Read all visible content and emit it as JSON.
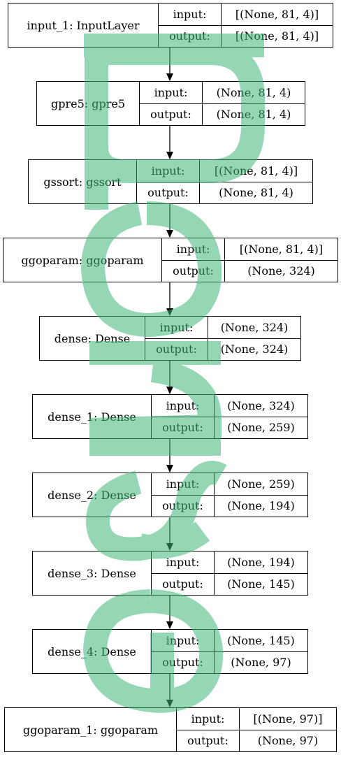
{
  "nodes": [
    {
      "name": "input_1: InputLayer",
      "in_label": "input:",
      "out_label": "output:",
      "in_value": "[(None, 81, 4)]",
      "out_value": "[(None, 81, 4)]"
    },
    {
      "name": "gpre5: gpre5",
      "in_label": "input:",
      "out_label": "output:",
      "in_value": "(None, 81, 4)",
      "out_value": "(None, 81, 4)"
    },
    {
      "name": "gssort: gssort",
      "in_label": "input:",
      "out_label": "output:",
      "in_value": "[(None, 81, 4)]",
      "out_value": "(None, 81, 4)"
    },
    {
      "name": "ggoparam: ggoparam",
      "in_label": "input:",
      "out_label": "output:",
      "in_value": "[(None, 81, 4)]",
      "out_value": "(None, 324)"
    },
    {
      "name": "dense: Dense",
      "in_label": "input:",
      "out_label": "output:",
      "in_value": "(None, 324)",
      "out_value": "(None, 324)"
    },
    {
      "name": "dense_1: Dense",
      "in_label": "input:",
      "out_label": "output:",
      "in_value": "(None, 324)",
      "out_value": "(None, 259)"
    },
    {
      "name": "dense_2: Dense",
      "in_label": "input:",
      "out_label": "output:",
      "in_value": "(None, 259)",
      "out_value": "(None, 194)"
    },
    {
      "name": "dense_3: Dense",
      "in_label": "input:",
      "out_label": "output:",
      "in_value": "(None, 194)",
      "out_value": "(None, 145)"
    },
    {
      "name": "dense_4: Dense",
      "in_label": "input:",
      "out_label": "output:",
      "in_value": "(None, 145)",
      "out_value": "(None, 97)"
    },
    {
      "name": "ggoparam_1: ggoparam",
      "in_label": "input:",
      "out_label": "output:",
      "in_value": "[(None, 97)]",
      "out_value": "(None, 97)"
    }
  ],
  "watermark": {
    "color": "#3fb779"
  }
}
